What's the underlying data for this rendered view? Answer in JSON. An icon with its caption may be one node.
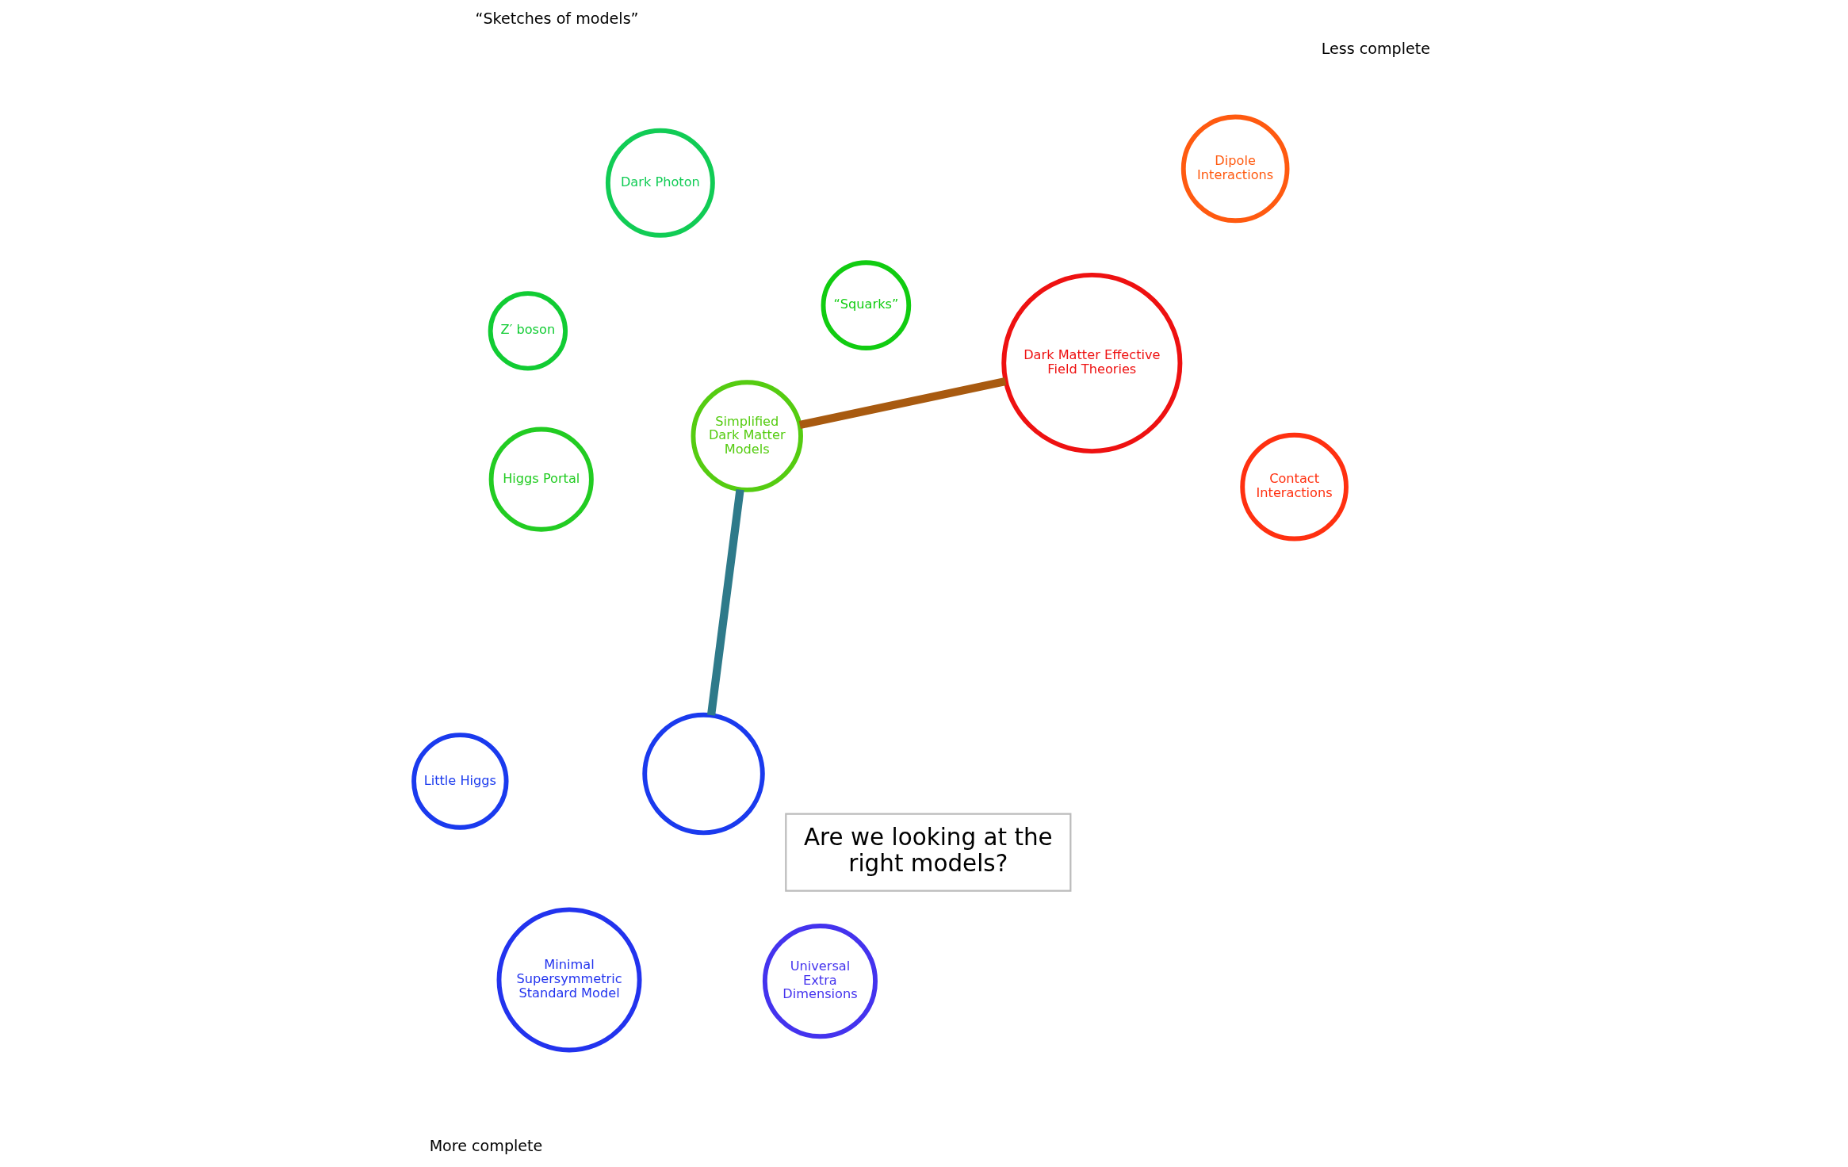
{
  "diagram": {
    "nodes": [
      {
        "text": [
          "Dark Matter Effective Field Theories"
        ]
      },
      {
        "text": [
          "Dipole Interactions"
        ]
      },
      {
        "text": [
          "Contact Interactions"
        ]
      },
      {
        "text": [
          "Simplified Dark Matter Models"
        ]
      },
      {
        "text": [
          "Dark Photon"
        ]
      },
      {
        "text": [
          "Z′ boson"
        ]
      },
      {
        "text": [
          "Higgs Portal"
        ]
      },
      {
        "text": [
          "“Squarks”"
        ]
      },
      {
        "text": [
          "Minimal Supersymmetric Standard Model"
        ]
      },
      {
        "text": [],
        "shape": "circle"
      },
      {
        "text": [
          "Universal Extra Dimensions"
        ]
      },
      {
        "text": [
          "Little Higgs"
        ]
      },
      {
        "text": [
          "Are we looking at the right models?"
        ]
      }
    ],
    "edges": [
      {
        "from": 0,
        "to": 3,
        "arrow": "none",
        "color": "#a85a10"
      },
      {
        "from": 3,
        "to": 9,
        "arrow": "none",
        "color": "#2e7a8a"
      }
    ],
    "labels": [
      "Less complete",
      "“Sketches of models”",
      "More complete"
    ]
  }
}
